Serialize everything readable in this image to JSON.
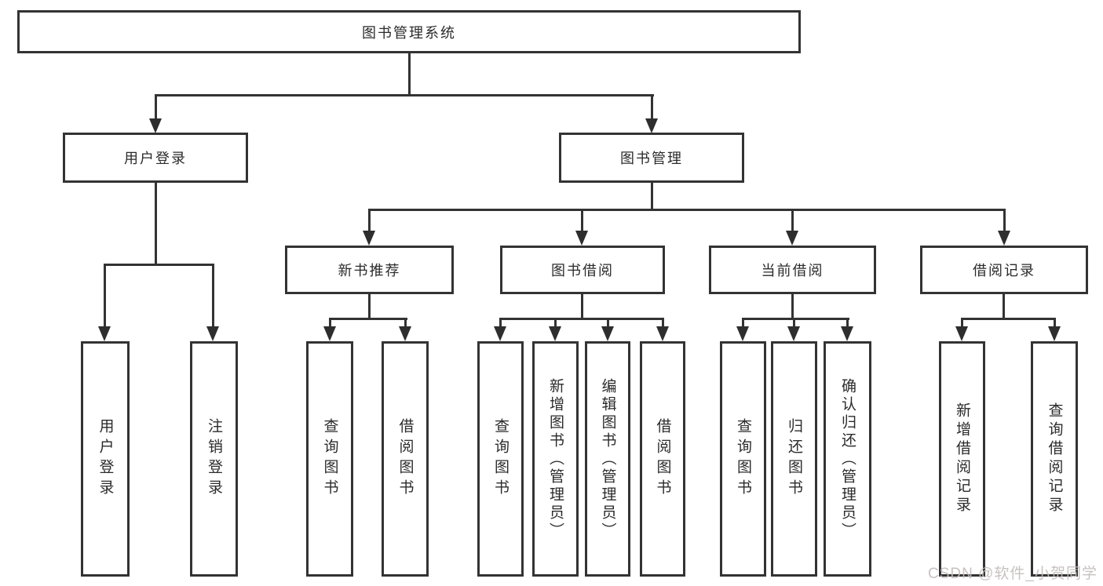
{
  "diagram_title": "图书管理系统",
  "watermark": "CSDN @软件_小贺同学",
  "colors": {
    "line": "#333333",
    "box_border": "#333333",
    "box_fill": "#ffffff",
    "text": "#2b2b2b",
    "watermark": "#c3bcbc"
  },
  "tree": {
    "label": "图书管理系统",
    "children": [
      {
        "label": "用户登录",
        "children": [
          {
            "label": "用户登录"
          },
          {
            "label": "注销登录"
          }
        ]
      },
      {
        "label": "图书管理",
        "children": [
          {
            "label": "新书推荐",
            "children": [
              {
                "label": "查询图书"
              },
              {
                "label": "借阅图书"
              }
            ]
          },
          {
            "label": "图书借阅",
            "children": [
              {
                "label": "查询图书"
              },
              {
                "label": "新增图书（管理员）"
              },
              {
                "label": "编辑图书（管理员）"
              },
              {
                "label": "借阅图书"
              }
            ]
          },
          {
            "label": "当前借阅",
            "children": [
              {
                "label": "查询图书"
              },
              {
                "label": "归还图书"
              },
              {
                "label": "确认归还（管理员）"
              }
            ]
          },
          {
            "label": "借阅记录",
            "children": [
              {
                "label": "新增借阅记录"
              },
              {
                "label": "查询借阅记录"
              }
            ]
          }
        ]
      }
    ]
  }
}
